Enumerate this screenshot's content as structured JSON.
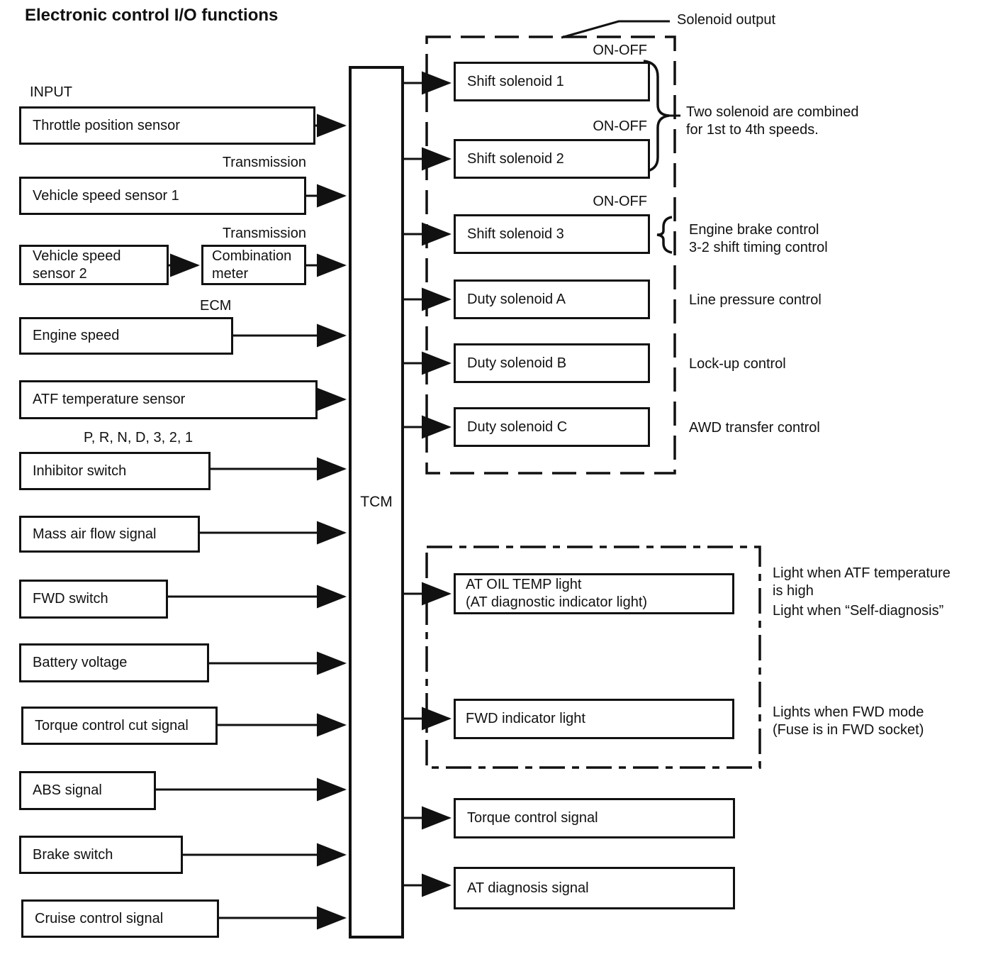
{
  "title": "Electronic control I/O functions",
  "labels": {
    "input": "INPUT",
    "tcm": "TCM",
    "solenoid_output": "Solenoid output"
  },
  "inputs": [
    {
      "label": "Throttle position sensor"
    },
    {
      "label": "Vehicle speed sensor 1",
      "tag": "Transmission"
    },
    {
      "label": "Vehicle speed\nsensor 2"
    },
    {
      "label": "Combination\nmeter",
      "tag": "Transmission"
    },
    {
      "label": "Engine speed",
      "tag": "ECM"
    },
    {
      "label": "ATF temperature sensor"
    },
    {
      "label": "Inhibitor switch",
      "tag": "P, R, N, D, 3, 2, 1"
    },
    {
      "label": "Mass air flow signal"
    },
    {
      "label": "FWD switch"
    },
    {
      "label": "Battery voltage"
    },
    {
      "label": "Torque control cut signal"
    },
    {
      "label": "ABS signal"
    },
    {
      "label": "Brake switch"
    },
    {
      "label": "Cruise control signal"
    }
  ],
  "solenoid_outputs": [
    {
      "label": "Shift solenoid 1",
      "mode": "ON-OFF"
    },
    {
      "label": "Shift solenoid 2",
      "mode": "ON-OFF"
    },
    {
      "label": "Shift solenoid 3",
      "mode": "ON-OFF",
      "note": "Engine brake control\n3-2 shift timing control"
    },
    {
      "label": "Duty solenoid A",
      "note": "Line pressure control"
    },
    {
      "label": "Duty solenoid B",
      "note": "Lock-up  control"
    },
    {
      "label": "Duty solenoid C",
      "note": "AWD transfer control"
    }
  ],
  "combined_note": "Two solenoid are combined\nfor 1st to 4th speeds.",
  "indicators": [
    {
      "label": "AT OIL TEMP light\n(AT diagnostic indicator light)",
      "notes": [
        "Light when ATF temperature\nis high",
        "Light when “Self-diagnosis”"
      ]
    },
    {
      "label": "FWD indicator light",
      "notes": [
        "Lights when FWD mode\n(Fuse is in FWD socket)"
      ]
    }
  ],
  "signal_outputs": [
    {
      "label": "Torque control signal"
    },
    {
      "label": "AT diagnosis signal"
    }
  ]
}
